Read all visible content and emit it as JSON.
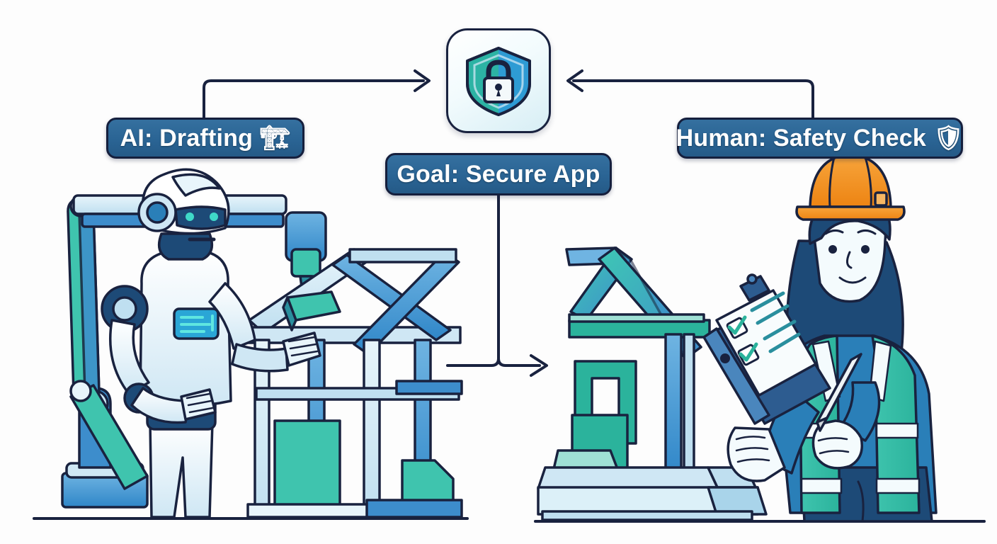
{
  "diagram": {
    "title": "Human-in-the-loop secure app construction diagram",
    "background_color": "#fdfdfd",
    "ink_color": "#19223f",
    "chip_color": "#2a6494",
    "accent_teal": "#2bb5a0",
    "accent_blue": "#3d8dcc",
    "accent_orange": "#f2911f"
  },
  "center_icon": {
    "name": "shield-lock-icon",
    "shield_left_color": "#2cb3a4",
    "shield_right_color": "#2e9bd4",
    "lock_color": "#f4f9fb",
    "card_label": "Secure shield with padlock"
  },
  "chips": {
    "ai": {
      "label": "AI: Drafting",
      "emoji": "🏗",
      "emoji_name": "construction-crane-emoji"
    },
    "goal": {
      "label": "Goal: Secure App",
      "emoji": "",
      "emoji_name": ""
    },
    "human": {
      "label": "Human: Safety Check",
      "emoji": "🛡",
      "emoji_name": "shield-emoji"
    }
  },
  "scenes": {
    "left": {
      "name": "ai-drafting-scene",
      "caption": "Humanoid robot with robotic gantry arm assembling a blue and teal timber frame",
      "elements": [
        "robotic-arm",
        "humanoid-robot",
        "chest-display-panel",
        "extruder-nozzle",
        "timber-frame",
        "cross-brace",
        "ground-line"
      ]
    },
    "right": {
      "name": "human-safety-check-scene",
      "caption": "Safety inspector in orange hard hat and teal high-visibility vest reviewing a clipboard checklist beside a finished house frame",
      "elements": [
        "house-frame",
        "roof-beams",
        "door-frame",
        "foundation-steps",
        "inspector-figure",
        "hard-hat",
        "safety-vest",
        "clipboard-checklist",
        "pencil",
        "ground-line"
      ]
    }
  },
  "connectors": {
    "ai_to_goal": {
      "name": "arrow-ai-to-shield",
      "direction": "right",
      "from": "AI: Drafting",
      "to": "Goal: Secure App"
    },
    "human_to_goal": {
      "name": "arrow-human-to-shield",
      "direction": "left",
      "from": "Human: Safety Check",
      "to": "Goal: Secure App"
    },
    "goal_down": {
      "name": "arrow-goal-to-scenes",
      "direction": "down-split-right",
      "from": "Goal: Secure App",
      "to": "construction scenes"
    }
  }
}
